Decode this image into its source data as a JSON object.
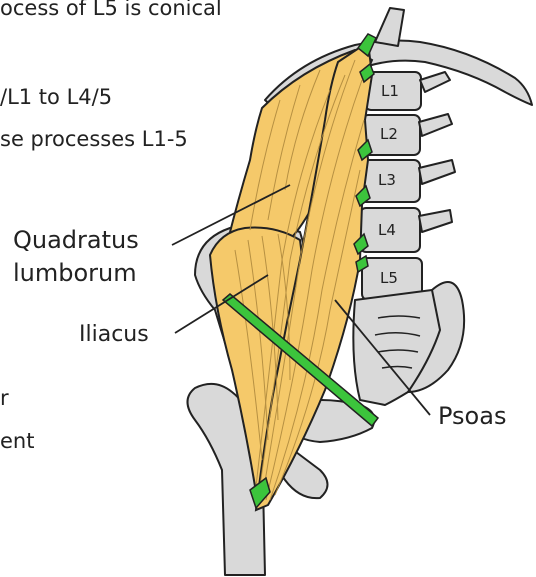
{
  "side_text": [
    "ocess of L5 is conical",
    "/L1 to L4/5",
    "se processes L1-5",
    "r",
    "ent"
  ],
  "vertebrae": [
    "L1",
    "L2",
    "L3",
    "L4",
    "L5"
  ],
  "labels": {
    "quadratus_line1": "Quadratus",
    "quadratus_line2": "lumborum",
    "iliacus": "Iliacus",
    "psoas": "Psoas"
  },
  "colors": {
    "bone": "#d9d9d9",
    "muscle": "#f5c96a",
    "tendon": "#3cc43c",
    "outline": "#222222"
  }
}
